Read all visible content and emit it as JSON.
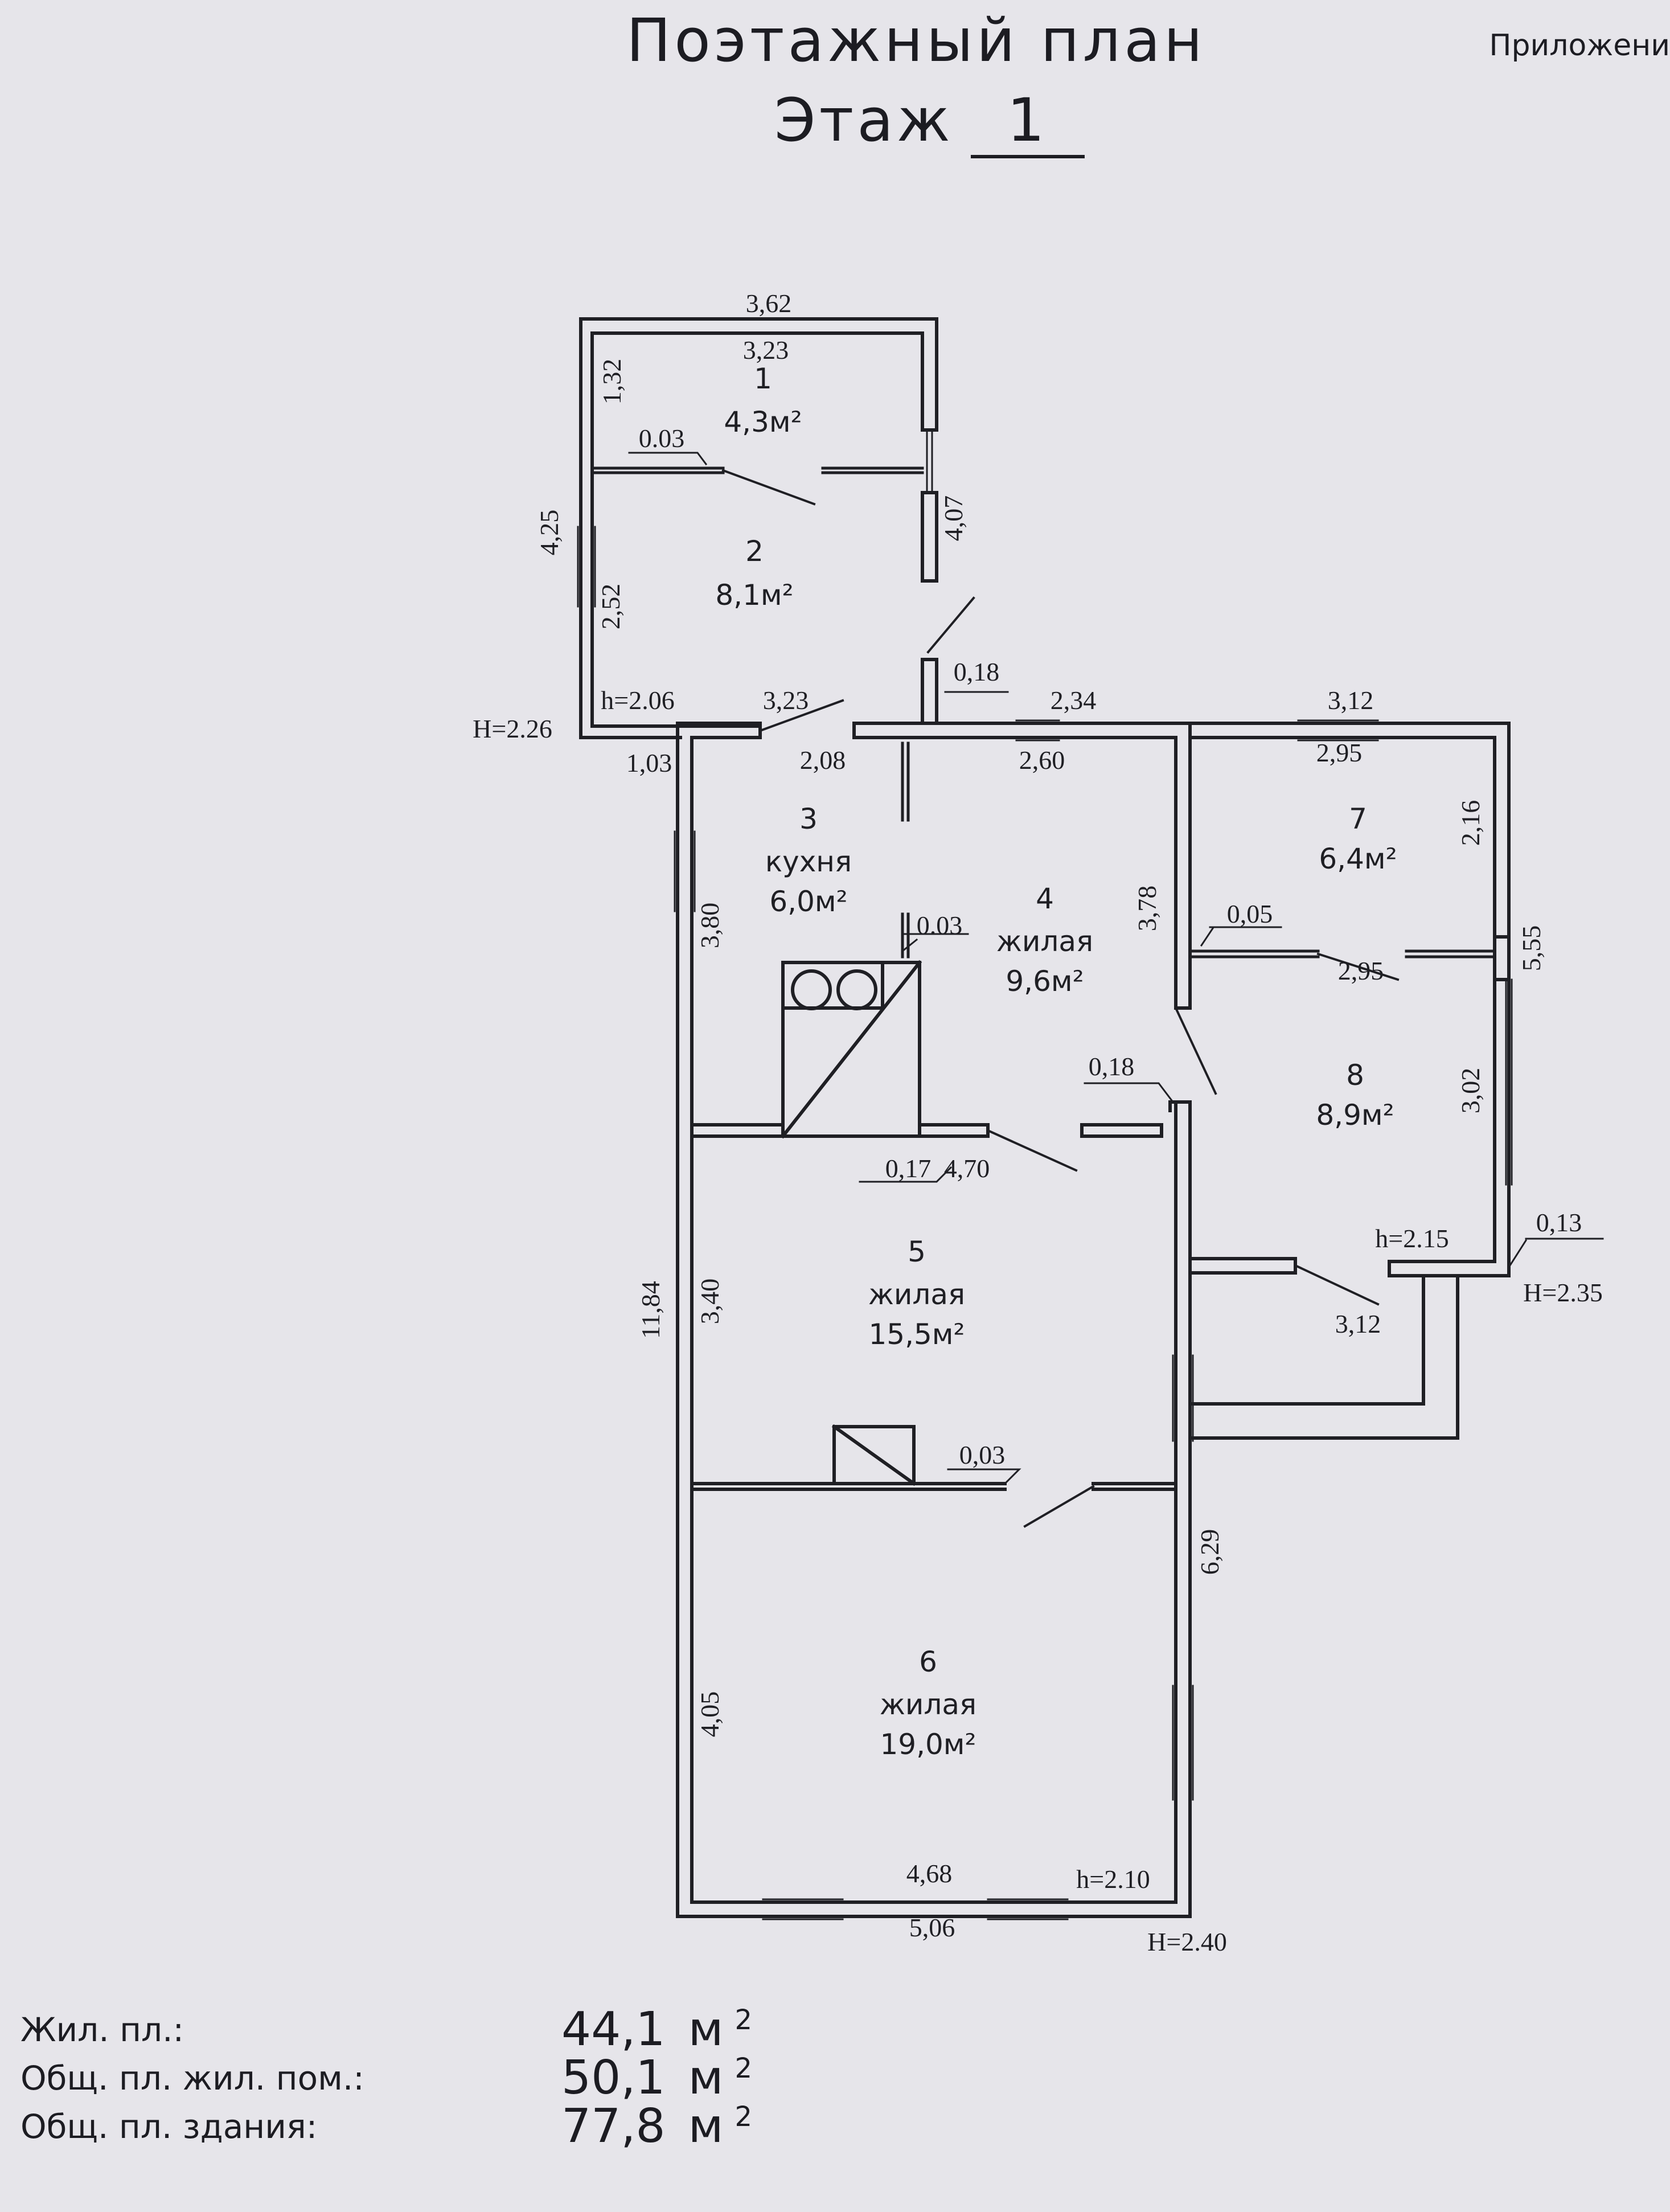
{
  "header": {
    "title": "Поэтажный план",
    "floor_label": "Этаж",
    "floor_number": "1",
    "appendix": "Приложени"
  },
  "rooms": [
    {
      "number": "1",
      "area": "4,3м²"
    },
    {
      "number": "2",
      "area": "8,1м²"
    },
    {
      "number": "3",
      "name": "кухня",
      "area": "6,0м²"
    },
    {
      "number": "4",
      "name": "жилая",
      "area": "9,6м²"
    },
    {
      "number": "5",
      "name": "жилая",
      "area": "15,5м²"
    },
    {
      "number": "6",
      "name": "жилая",
      "area": "19,0м²"
    },
    {
      "number": "7",
      "area": "6,4м²"
    },
    {
      "number": "8",
      "area": "8,9м²"
    }
  ],
  "dimensions": {
    "d362": "3,62",
    "d323a": "3,23",
    "d132": "1,32",
    "d003a": "0.03",
    "d425": "4,25",
    "d252": "2,52",
    "d407": "4,07",
    "d018a": "0,18",
    "h206": "h=2.06",
    "H226": "H=2.26",
    "d323b": "3,23",
    "d103": "1,03",
    "d208": "2,08",
    "d234": "2,34",
    "d260": "2,60",
    "d312a": "3,12",
    "d295a": "2,95",
    "d216": "2,16",
    "d380": "3,80",
    "d003b": "0.03",
    "d378": "3,78",
    "d005": "0,05",
    "d295b": "2,95",
    "d555": "5,55",
    "d018b": "0,18",
    "d302": "3,02",
    "d017": "0,17",
    "d470": "4,70",
    "h215": "h=2.15",
    "d013": "0,13",
    "H235": "H=2.35",
    "d1184": "11,84",
    "d340": "3,40",
    "d312b": "3,12",
    "d003c": "0,03",
    "d629": "6,29",
    "d405": "4,05",
    "d468": "4,68",
    "h210": "h=2.10",
    "d506": "5,06",
    "H240": "H=2.40"
  },
  "summary": [
    {
      "label": "Жил. пл.:",
      "value": "44,1",
      "unit": "м",
      "exp": "2"
    },
    {
      "label": "Общ. пл. жил. пом.:",
      "value": "50,1",
      "unit": "м",
      "exp": "2"
    },
    {
      "label": "Общ. пл. здания:",
      "value": "77,8",
      "unit": "м",
      "exp": "2"
    }
  ]
}
